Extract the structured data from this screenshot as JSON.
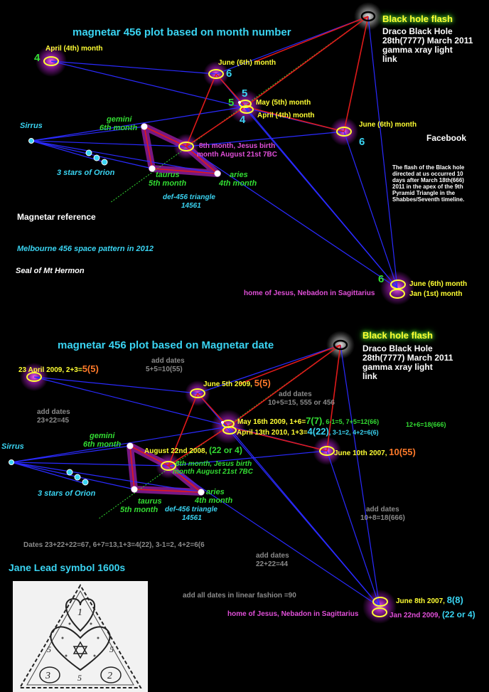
{
  "colors": {
    "background": "#000000",
    "cyan": "#3ad4f2",
    "green": "#33dd33",
    "yellow": "#ffff33",
    "magenta": "#e04fd8",
    "orange": "#ff7a2a",
    "red_line": "#e01a1a",
    "blue_line": "#2a2aff",
    "green_dotted": "#33dd33"
  },
  "top": {
    "title": "magnetar 456 plot based on month number",
    "black_hole_flash": "Black hole flash",
    "draco_1": "Draco Black Hole",
    "draco_2": "28th(7777) March 2011",
    "draco_3": "gamma xray light",
    "draco_4": "link",
    "april_label": "April (4th) month",
    "num_4": "4",
    "june_label": "June (6th) month",
    "num_6": "6",
    "num_5a": "5",
    "num_5b": "5",
    "may_label": "May (5th) month",
    "april_label2": "April (4th) month",
    "num_4b": "4",
    "june_right_label": "June (6th) month",
    "num_6_right": "6",
    "facebook": "Facebook",
    "gemini_1": "gemini",
    "gemini_2": "6th month",
    "sirrus": "Sirrus",
    "eighth_1": "8th month, Jesus birth",
    "eighth_2": "month August 21st 7BC",
    "orion": "3 stars of Orion",
    "taurus_1": "taurus",
    "taurus_2": "5th month",
    "aries_1": "aries",
    "aries_2": "4th month",
    "def_1": "def-456 triangle",
    "def_2": "14561",
    "flash_note": [
      "The flash of the Black hole",
      "directed at us occurred 10",
      "days after March 18th(666)",
      "2011 in the apex of the 9th",
      "Pyramid Triangle in the",
      "Shabbes/Seventh timeline."
    ],
    "magnetar_ref": "Magnetar reference",
    "melbourne": "Melbourne 456 space pattern in 2012",
    "seal": "Seal of Mt Hermon",
    "num_6_bottom": "6",
    "june_bottom": "June (6th) month",
    "home_jesus": "home of Jesus, Nebadon in Sagittarius",
    "jan": "Jan (1st) month"
  },
  "bottom": {
    "title": "magnetar 456 plot based on Magnetar date",
    "black_hole_flash": "Black hole flash",
    "draco_1": "Draco Black Hole",
    "draco_2": "28th(7777) March 2011",
    "draco_3": "gamma xray light",
    "draco_4": "link",
    "apr2009_a": "23 April 2009, 2+3=",
    "apr2009_b": "5(5)",
    "add_dates_top_1": "add dates",
    "add_dates_top_2": "5+5=10(55)",
    "june5_a": "June 5th 2009, ",
    "june5_b": "5(5)",
    "add_dates_mid_1": "add dates",
    "add_dates_mid_2": "10+5=15, 555 or 456",
    "add_dates_left_1": "add dates",
    "add_dates_left_2": "23+22=45",
    "may16_a": "May 16th 2009, 1+6=",
    "may16_b": "7(7)",
    "may16_c": ", 6-1=5, 7+5=12(66)",
    "may16_d": "12+6=18(666)",
    "apr13_a": "April 13th 2010, 1+3=",
    "apr13_b": "4(22)",
    "apr13_c": ", 3-1=2, 4+2=6(6)",
    "gemini_1": "gemini",
    "gemini_2": "6th month",
    "sirrus": "Sirrus",
    "aug22_a": "August 22nd 2008, ",
    "aug22_b": "(22 or 4)",
    "june10_a": "June 10th 2007, ",
    "june10_b": "10(55)",
    "eighth_1": "8th month, Jesus birth",
    "eighth_2": "month August 21st 7BC",
    "orion": "3 stars of Orion",
    "taurus_1": "taurus",
    "taurus_2": "5th month",
    "aries_1": "aries",
    "aries_2": "4th month",
    "def_1": "def-456 triangle",
    "def_2": "14561",
    "add_dates_right_1": "add dates",
    "add_dates_right_2": "10+8=18(666)",
    "dates_sum": "Dates 23+22+22=67, 6+7=13,1+3=4(22), 3-1=2, 4+2=6(6",
    "add_dates_low_1": "add dates",
    "add_dates_low_2": "22+22=44",
    "jane_lead": "Jane Lead symbol 1600s",
    "add_all": "add all dates  in linear fashion =90",
    "june8_a": "June 8th 2007, ",
    "june8_b": "8(8)",
    "home_jesus": "home of Jesus, Nebadon in Sagittarius",
    "jan22_a": "Jan 22nd 2009, ",
    "jan22_b": "(22 or 4)"
  },
  "jane_symbol": {
    "n1": "1",
    "n3": "3",
    "n2": "2",
    "n5a": "5",
    "n5b": "5",
    "n5c": "5"
  }
}
